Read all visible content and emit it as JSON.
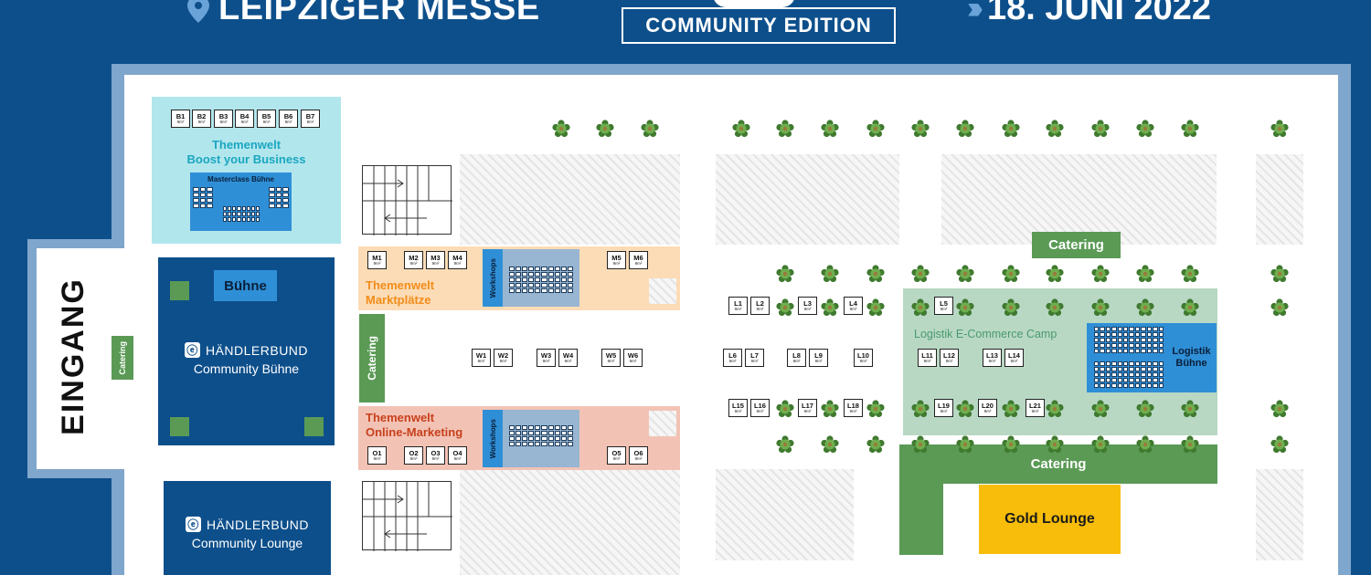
{
  "header": {
    "location": "LEIPZIGER MESSE",
    "edition": "COMMUNITY EDITION",
    "date": "18. JUNI 2022"
  },
  "entrance": "EINGANG",
  "catering": {
    "entrance": "Catering",
    "left": "Catering",
    "top_right": "Catering",
    "bottom": "Catering"
  },
  "gold_lounge": "Gold Lounge",
  "zones": {
    "boost": {
      "title_line1": "Themenwelt",
      "title_line2": "Boost your Business",
      "stage": "Masterclass Bühne",
      "booths": [
        "B1",
        "B2",
        "B3",
        "B4",
        "B5",
        "B6",
        "B7"
      ]
    },
    "marktplaetze": {
      "title_line1": "Themenwelt",
      "title_line2": "Marktplätze",
      "workshops": "Workshops",
      "booths": [
        "M1",
        "M2",
        "M3",
        "M4",
        "M5",
        "M6"
      ]
    },
    "online_marketing": {
      "title_line1": "Themenwelt",
      "title_line2": "Online-Marketing",
      "workshops": "Workshops",
      "booths": [
        "O1",
        "O2",
        "O3",
        "O4",
        "O5",
        "O6"
      ]
    },
    "logistik": {
      "title": "Logistik E-Commerce Camp",
      "stage": "Logistik Bühne"
    }
  },
  "community_stage": {
    "stage_label": "Bühne",
    "brand": "HÄNDLERBUND",
    "subtitle": "Community Bühne"
  },
  "community_lounge": {
    "brand": "HÄNDLERBUND",
    "subtitle": "Community Lounge"
  },
  "booth_size": "9m²",
  "workshop_booths": [
    "W1",
    "W2",
    "W3",
    "W4",
    "W5",
    "W6"
  ],
  "l_booths": [
    "L1",
    "L2",
    "L3",
    "L4",
    "L5",
    "L6",
    "L7",
    "L8",
    "L9",
    "L10",
    "L11",
    "L12",
    "L13",
    "L14",
    "L15",
    "L16",
    "L17",
    "L18",
    "L19",
    "L20",
    "L21"
  ],
  "colors": {
    "brand_blue": "#0d4f8b",
    "stage_blue": "#2f8fd6",
    "green": "#5a9a55",
    "gold": "#f7bd0a",
    "boost_bg": "#b2e6ed",
    "marktplaetze_bg": "#fbdcb6",
    "online_marketing_bg": "#f2c3b5",
    "logistik_bg": "#b8d8c4",
    "boost_text": "#1aa7c0",
    "marktplaetze_text": "#f28c1a",
    "online_marketing_text": "#c8401c",
    "logistik_text": "#4a9a6e"
  }
}
